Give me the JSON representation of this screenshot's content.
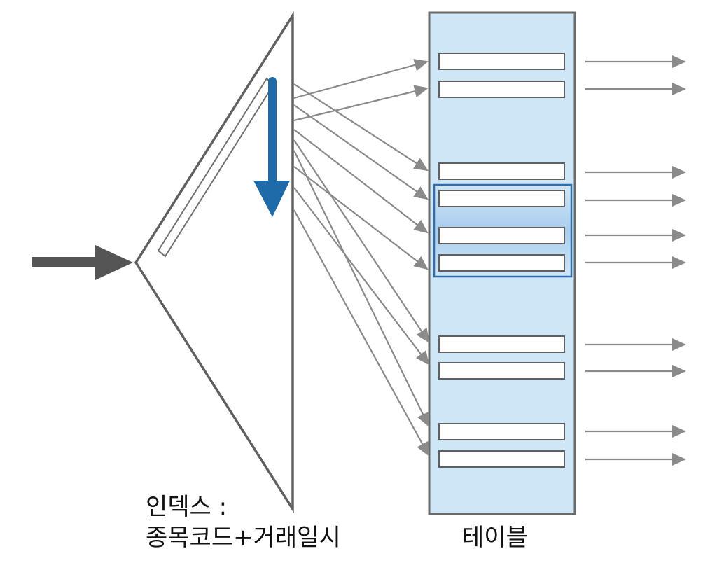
{
  "index_label": {
    "line1": "인덱스 :",
    "line2": "종목코드+거래일시"
  },
  "table_label": "테이블",
  "colors": {
    "outline": "#606060",
    "arrow": "#8a8a8a",
    "input_arrow": "#555555",
    "scan_arrow": "#1f6aa8",
    "table_fill": "#cfe6f6",
    "selection_border": "#2f6fae",
    "selection_fill": "#a9cdee",
    "row_fill": "#ffffff"
  },
  "table_row_count": 10,
  "selected_rows": [
    3,
    4,
    5
  ]
}
